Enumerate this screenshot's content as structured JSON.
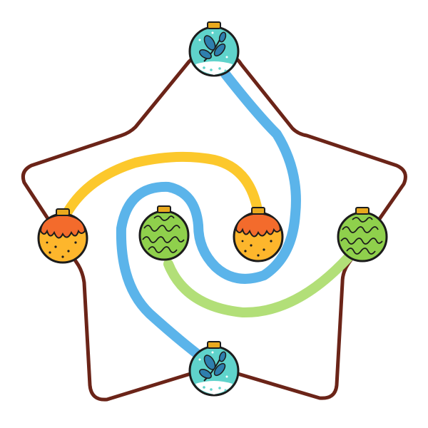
{
  "puzzle": {
    "frame_shape": "star",
    "frame_color": "#6b2418",
    "colors": {
      "yellow_path": "#fcc82c",
      "blue_path": "#5bb4ea",
      "green_path": "#b2df78",
      "teal_ornament": "#5fd3cb",
      "teal_leaf": "#2e7fae",
      "orange_ornament": "#fdb62c",
      "orange_drip": "#f36b2c",
      "green_ornament": "#8fd04c",
      "ornament_cap": "#e9a91e",
      "outline": "#1c1c1c"
    },
    "ornaments": [
      {
        "id": "teal-top",
        "style": "teal-leaf"
      },
      {
        "id": "orange-left",
        "style": "orange-drip"
      },
      {
        "id": "green-inner-left",
        "style": "green-swirl"
      },
      {
        "id": "orange-inner-right",
        "style": "orange-drip"
      },
      {
        "id": "green-right",
        "style": "green-swirl"
      },
      {
        "id": "teal-bottom",
        "style": "teal-leaf"
      }
    ],
    "connections": [
      {
        "color": "yellow",
        "from": "orange-left",
        "to": "orange-inner-right"
      },
      {
        "color": "blue",
        "from": "teal-top",
        "to": "teal-bottom"
      },
      {
        "color": "green",
        "from": "green-inner-left",
        "to": "green-right"
      }
    ]
  }
}
